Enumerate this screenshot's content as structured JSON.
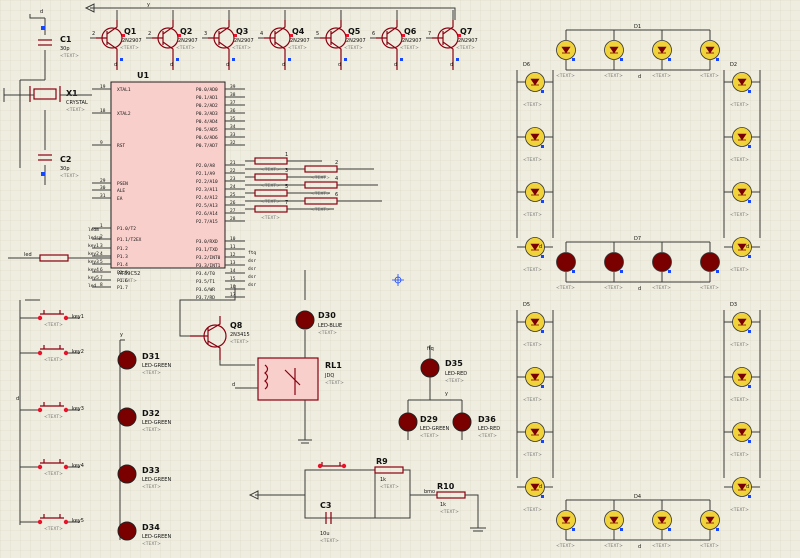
{
  "title": "",
  "colors": {
    "background": "#efeddf",
    "grid": "#d9d6c4",
    "wire": "#3a3a3a",
    "component": "#8a0010",
    "chip": "#f8cfcb",
    "led_on": "#f0d23b",
    "led_off": "#7a0000",
    "pin_red": "#e8122a",
    "pin_blue": "#1446ff"
  },
  "text_placeholder": "<TEXT>",
  "mcu": {
    "ref": "U1",
    "part": "AT89C52",
    "pins_left": [
      "XTAL1",
      "XTAL2",
      "RST",
      "PSEN",
      "ALE",
      "EA",
      "P1.0/T2",
      "P1.1/T2EX",
      "P1.2",
      "P1.3",
      "P1.4",
      "P1.5",
      "P1.6",
      "P1.7"
    ],
    "pins_right": [
      "P0.0/AD0",
      "P0.1/AD1",
      "P0.2/AD2",
      "P0.3/AD3",
      "P0.4/AD4",
      "P0.5/AD5",
      "P0.6/AD6",
      "P0.7/AD7",
      "P2.0/A8",
      "P2.1/A9",
      "P2.2/A10",
      "P2.3/A11",
      "P2.4/A12",
      "P2.5/A13",
      "P2.6/A14",
      "P2.7/A15",
      "P3.0/RXD",
      "P3.1/TXD",
      "P3.2/INT0",
      "P3.3/INT1",
      "P3.4/T0",
      "P3.5/T1",
      "P3.6/WR",
      "P3.7/RD"
    ],
    "pin_nums_left": [
      "19",
      "18",
      "9",
      "29",
      "30",
      "31",
      "1",
      "2",
      "3",
      "4",
      "5",
      "6",
      "7",
      "8"
    ],
    "pin_nums_right": [
      "39",
      "38",
      "37",
      "36",
      "35",
      "34",
      "33",
      "32",
      "21",
      "22",
      "23",
      "24",
      "25",
      "26",
      "27",
      "28",
      "10",
      "11",
      "12",
      "13",
      "14",
      "15",
      "16",
      "17"
    ],
    "left_net_labels": [
      "ledm",
      "ledsp",
      "key1",
      "key2",
      "key3",
      "key4",
      "key5",
      "led"
    ],
    "right_net_labels": [
      "ftq",
      "dsr",
      "dsr",
      "dsr",
      "dsr"
    ]
  },
  "transistors": [
    {
      "ref": "Q1",
      "part": "2N2907"
    },
    {
      "ref": "Q2",
      "part": "2N2907"
    },
    {
      "ref": "Q3",
      "part": "2N2907"
    },
    {
      "ref": "Q4",
      "part": "2N2907"
    },
    {
      "ref": "Q5",
      "part": "2N2907"
    },
    {
      "ref": "Q6",
      "part": "2N2907"
    },
    {
      "ref": "Q7",
      "part": "2N2907"
    }
  ],
  "transistor_q8": {
    "ref": "Q8",
    "part": "2N3415"
  },
  "transistor_base_labels": [
    "2",
    "2",
    "3",
    "4",
    "5",
    "6",
    "7"
  ],
  "crystal": {
    "ref": "X1",
    "part": "CRYSTAL"
  },
  "capacitors": [
    {
      "ref": "C1",
      "value": "30p"
    },
    {
      "ref": "C2",
      "value": "30p"
    },
    {
      "ref": "C3",
      "value": "10u"
    }
  ],
  "resistor_labels": [
    "1",
    "2",
    "3",
    "4",
    "5",
    "6",
    "7"
  ],
  "r9": {
    "ref": "R9",
    "value": "1k"
  },
  "r10": {
    "ref": "R10",
    "value": "1k"
  },
  "r10_net": "bmo",
  "relay": {
    "ref": "RL1",
    "part": "JDQ"
  },
  "status_leds": [
    {
      "ref": "D31",
      "part": "LED-GREEN"
    },
    {
      "ref": "D32",
      "part": "LED-GREEN"
    },
    {
      "ref": "D33",
      "part": "LED-GREEN"
    },
    {
      "ref": "D34",
      "part": "LED-GREEN"
    },
    {
      "ref": "D35",
      "part": "LED-RED"
    },
    {
      "ref": "D36",
      "part": "LED-RED"
    },
    {
      "ref": "D29",
      "part": "LED-GREEN"
    },
    {
      "ref": "D30",
      "part": "LED-BLUE"
    }
  ],
  "keys": [
    "key1",
    "key2",
    "key3",
    "key4",
    "key5"
  ],
  "bank_labels": [
    "D1",
    "D2",
    "D3",
    "D4",
    "D5",
    "D6",
    "D7"
  ],
  "net_y": "y",
  "net_d": "d",
  "net_ftq": "ftq",
  "net_ledm": "ledm",
  "net_led": "led"
}
